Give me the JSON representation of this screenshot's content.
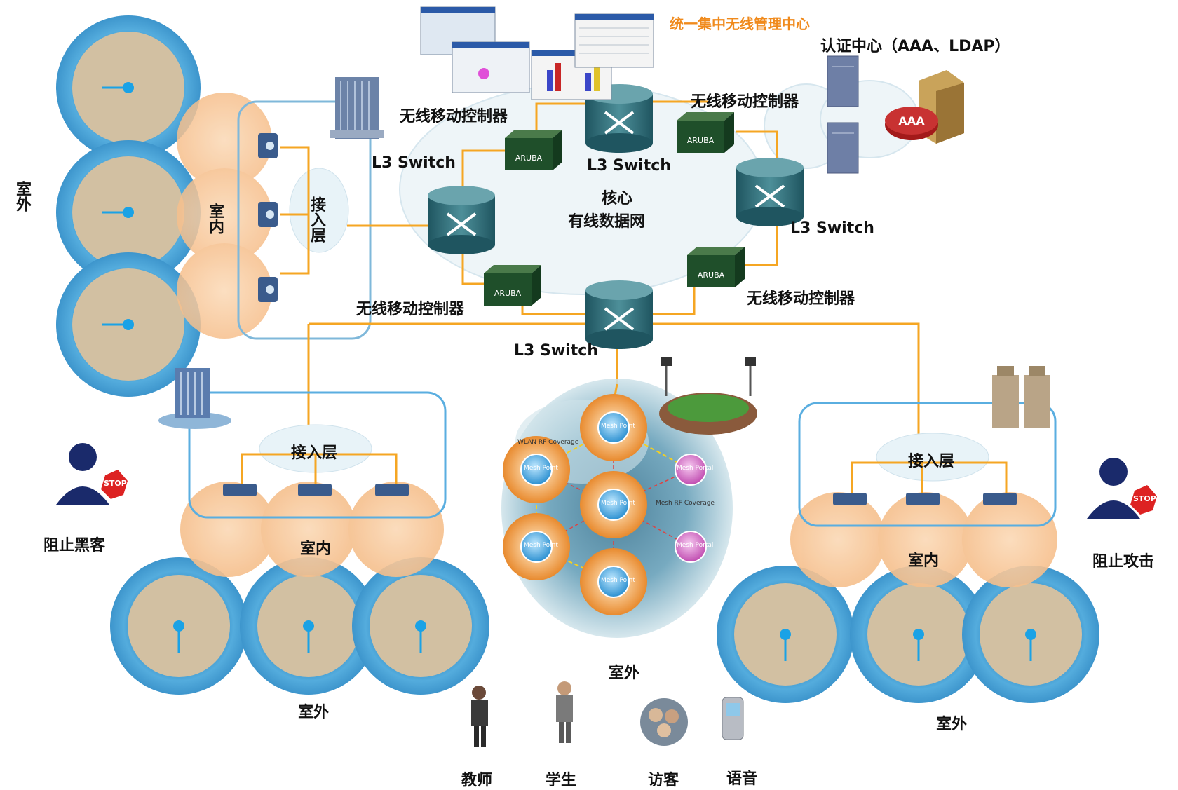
{
  "title": "统一集中无线管理中心",
  "auth_center": "认证中心（AAA、LDAP）",
  "core": {
    "line1": "核心",
    "line2": "有线数据网"
  },
  "switch_label": "L3 Switch",
  "controller_label": "无线移动控制器",
  "controller_brand": "ARUBA",
  "aaa_badge": "AAA",
  "access_layer": "接入层",
  "indoor": "室内",
  "outdoor": "室外",
  "block_hacker": "阻止黑客",
  "block_attack": "阻止攻击",
  "stop_sign": "STOP",
  "users": [
    "教师",
    "学生",
    "访客",
    "语音"
  ],
  "mesh": {
    "point": "Mesh Point",
    "portal": "Mesh Portal",
    "wlan_rf": "WLAN RF Coverage",
    "mesh_rf": "Mesh RF Coverage"
  },
  "colors": {
    "link": "#f5a623",
    "outdoor_ring": "#4fa7d8",
    "outdoor_core": "#d2c0a2",
    "indoor": "#f8c898",
    "frame": "#5aaee0",
    "switch": "#2f6f7a"
  }
}
